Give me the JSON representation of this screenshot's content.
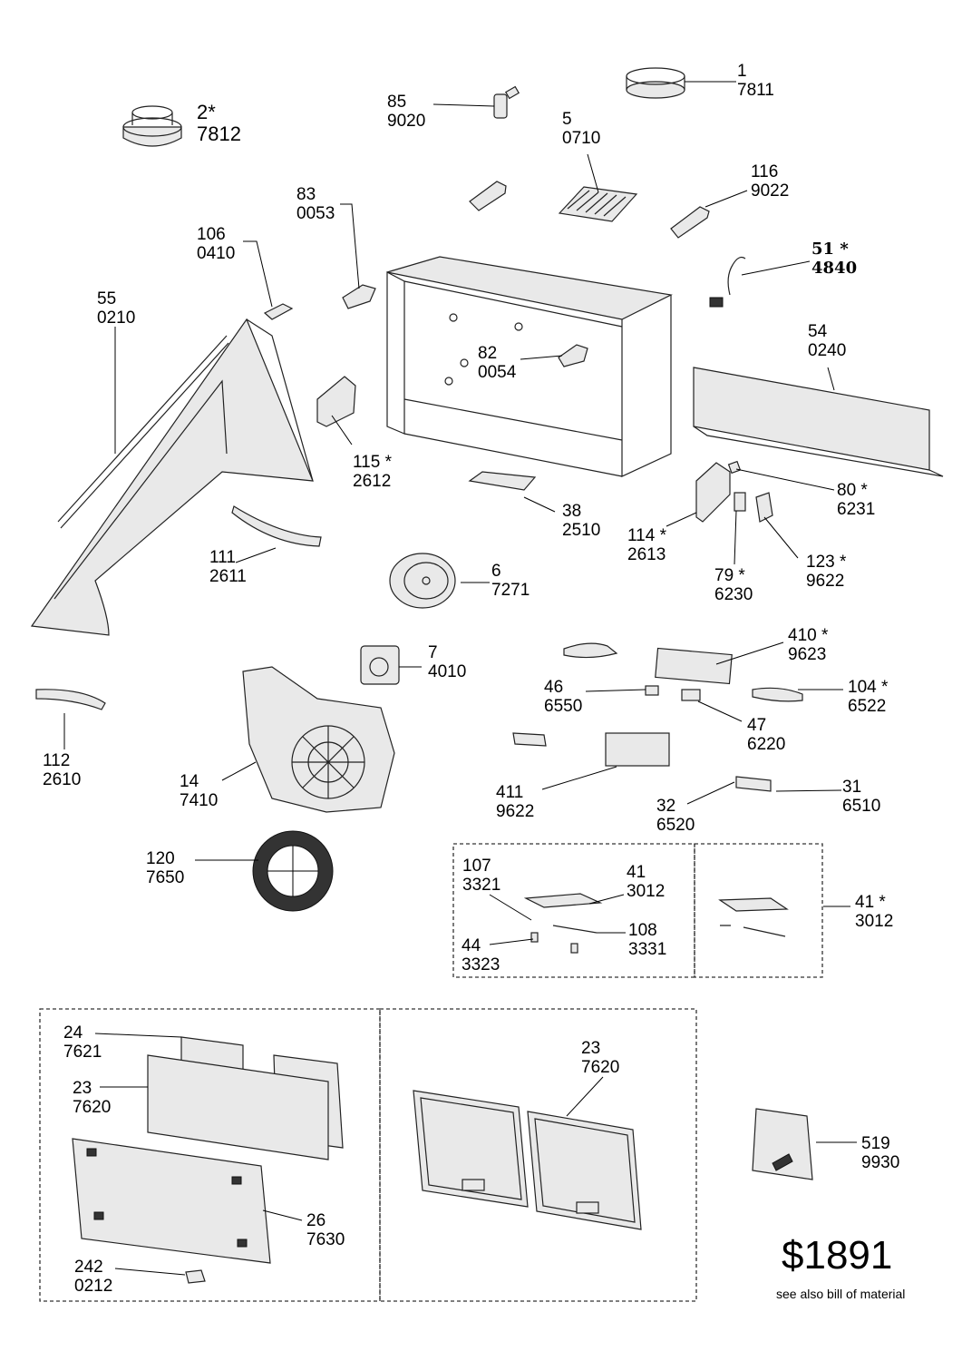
{
  "labels": [
    {
      "id": "p1",
      "ref": "1",
      "code": "7811"
    },
    {
      "id": "p2",
      "ref": "2*",
      "code": "7812"
    },
    {
      "id": "p85",
      "ref": "85",
      "code": "9020"
    },
    {
      "id": "p5",
      "ref": "5",
      "code": "0710"
    },
    {
      "id": "p116",
      "ref": "116",
      "code": "9022"
    },
    {
      "id": "p83",
      "ref": "83",
      "code": "0053"
    },
    {
      "id": "p106",
      "ref": "106",
      "code": "0410"
    },
    {
      "id": "p51",
      "ref": "51 *",
      "code": "4840"
    },
    {
      "id": "p55",
      "ref": "55",
      "code": "0210"
    },
    {
      "id": "p54",
      "ref": "54",
      "code": "0240"
    },
    {
      "id": "p82",
      "ref": "82",
      "code": "0054"
    },
    {
      "id": "p115",
      "ref": "115 *",
      "code": "2612"
    },
    {
      "id": "p80",
      "ref": "80 *",
      "code": "6231"
    },
    {
      "id": "p38",
      "ref": "38",
      "code": "2510"
    },
    {
      "id": "p114",
      "ref": "114 *",
      "code": "2613"
    },
    {
      "id": "p111",
      "ref": "111",
      "code": "2611"
    },
    {
      "id": "p79",
      "ref": "79 *",
      "code": "6230"
    },
    {
      "id": "p123",
      "ref": "123 *",
      "code": "9622"
    },
    {
      "id": "p6",
      "ref": "6",
      "code": "7271"
    },
    {
      "id": "p410",
      "ref": "410 *",
      "code": "9623"
    },
    {
      "id": "p7",
      "ref": "7",
      "code": "4010"
    },
    {
      "id": "p46",
      "ref": "46",
      "code": "6550"
    },
    {
      "id": "p104",
      "ref": "104 *",
      "code": "6522"
    },
    {
      "id": "p47",
      "ref": "47",
      "code": "6220"
    },
    {
      "id": "p112",
      "ref": "112",
      "code": "2610"
    },
    {
      "id": "p14",
      "ref": "14",
      "code": "7410"
    },
    {
      "id": "p31",
      "ref": "31",
      "code": "6510"
    },
    {
      "id": "p411",
      "ref": "411",
      "code": "9622"
    },
    {
      "id": "p32",
      "ref": "32",
      "code": "6520"
    },
    {
      "id": "p120",
      "ref": "120",
      "code": "7650"
    },
    {
      "id": "p107",
      "ref": "107",
      "code": "3321"
    },
    {
      "id": "p41a",
      "ref": "41",
      "code": "3012"
    },
    {
      "id": "p41b",
      "ref": "41 *",
      "code": "3012"
    },
    {
      "id": "p108",
      "ref": "108",
      "code": "3331"
    },
    {
      "id": "p44",
      "ref": "44",
      "code": "3323"
    },
    {
      "id": "p24",
      "ref": "24",
      "code": "7621"
    },
    {
      "id": "p23a",
      "ref": "23",
      "code": "7620"
    },
    {
      "id": "p23b",
      "ref": "23",
      "code": "7620"
    },
    {
      "id": "p519",
      "ref": "519",
      "code": "9930"
    },
    {
      "id": "p26",
      "ref": "26",
      "code": "7630"
    },
    {
      "id": "p242",
      "ref": "242",
      "code": "0212"
    }
  ],
  "price": "$1891",
  "note": "see also bill of material"
}
